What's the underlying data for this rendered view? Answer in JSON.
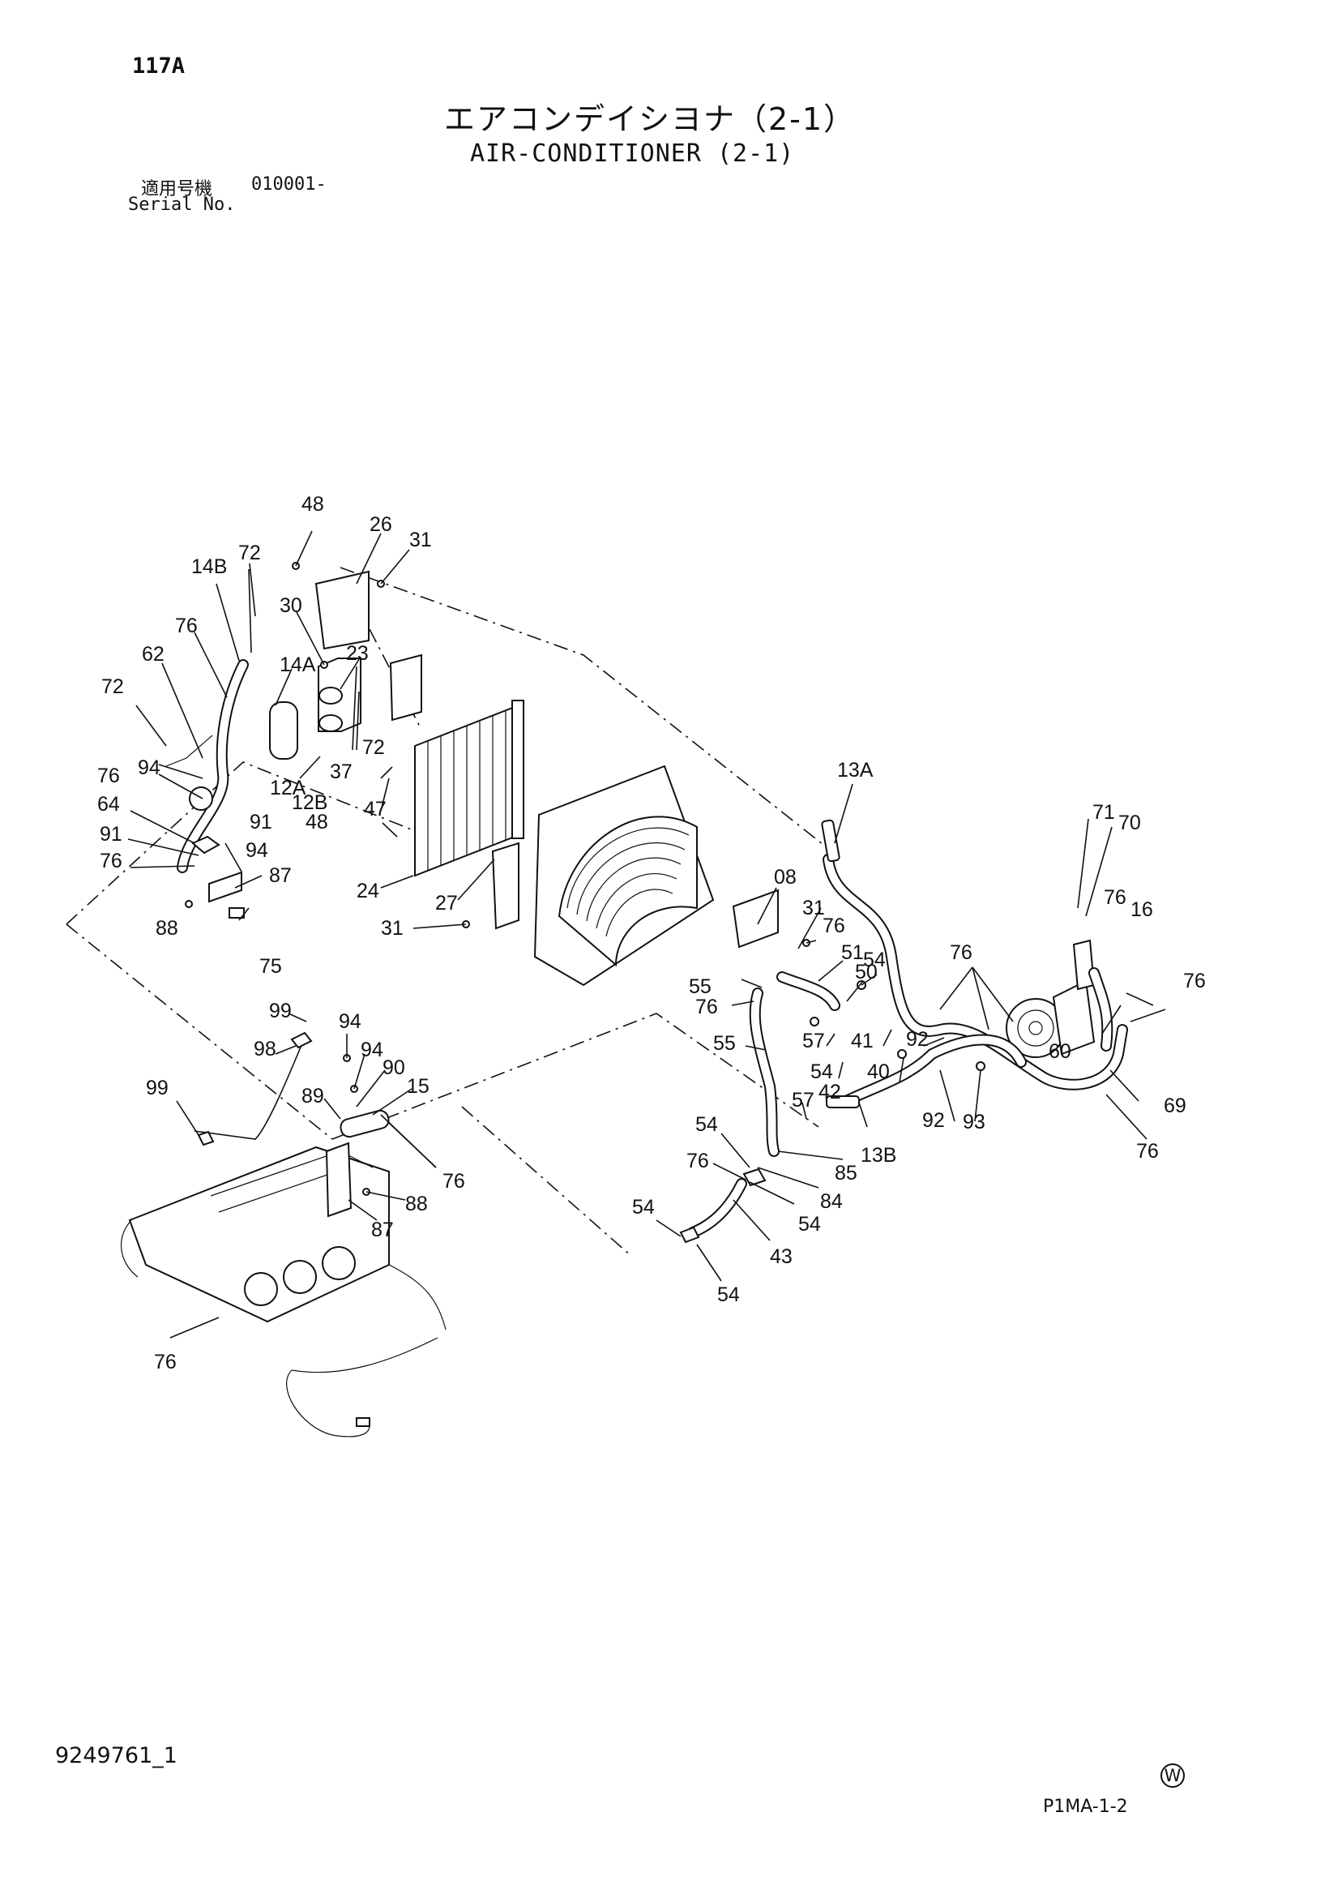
{
  "header": {
    "page_number": "117A",
    "title_jp": "エアコンデイシヨナ（2-1）",
    "title_en": "AIR-CONDITIONER (2-1)",
    "serial_label_jp": "適用号機",
    "serial_value": "010001-",
    "serial_label_en": "Serial No."
  },
  "footer": {
    "doc_number": "9249761_1",
    "mark": "W",
    "sheet_code": "P1MA-1-2"
  },
  "callouts": [
    {
      "id": "c-48-top",
      "text": "48"
    },
    {
      "id": "c-26",
      "text": "26"
    },
    {
      "id": "c-31-top",
      "text": "31"
    },
    {
      "id": "c-14B",
      "text": "14B"
    },
    {
      "id": "c-72-top",
      "text": "72"
    },
    {
      "id": "c-30",
      "text": "30"
    },
    {
      "id": "c-76-a",
      "text": "76"
    },
    {
      "id": "c-14A",
      "text": "14A"
    },
    {
      "id": "c-23",
      "text": "23"
    },
    {
      "id": "c-62",
      "text": "62"
    },
    {
      "id": "c-72-left",
      "text": "72"
    },
    {
      "id": "c-72-mid",
      "text": "72"
    },
    {
      "id": "c-94-a",
      "text": "94"
    },
    {
      "id": "c-37",
      "text": "37"
    },
    {
      "id": "c-76-b",
      "text": "76"
    },
    {
      "id": "c-12A",
      "text": "12A"
    },
    {
      "id": "c-12B",
      "text": "12B"
    },
    {
      "id": "c-91-a",
      "text": "91"
    },
    {
      "id": "c-47",
      "text": "47"
    },
    {
      "id": "c-64",
      "text": "64"
    },
    {
      "id": "c-48-mid",
      "text": "48"
    },
    {
      "id": "c-91-b",
      "text": "91"
    },
    {
      "id": "c-94-b",
      "text": "94"
    },
    {
      "id": "c-76-c",
      "text": "76"
    },
    {
      "id": "c-87-a",
      "text": "87"
    },
    {
      "id": "c-24",
      "text": "24"
    },
    {
      "id": "c-27",
      "text": "27"
    },
    {
      "id": "c-88-a",
      "text": "88"
    },
    {
      "id": "c-75",
      "text": "75"
    },
    {
      "id": "c-31-mid",
      "text": "31"
    },
    {
      "id": "c-13A",
      "text": "13A"
    },
    {
      "id": "c-71",
      "text": "71"
    },
    {
      "id": "c-70",
      "text": "70"
    },
    {
      "id": "c-76-d",
      "text": "76"
    },
    {
      "id": "c-16",
      "text": "16"
    },
    {
      "id": "c-08",
      "text": "08"
    },
    {
      "id": "c-31-right",
      "text": "31"
    },
    {
      "id": "c-76-e",
      "text": "76"
    },
    {
      "id": "c-51",
      "text": "51"
    },
    {
      "id": "c-50",
      "text": "50"
    },
    {
      "id": "c-54-a",
      "text": "54"
    },
    {
      "id": "c-76-f",
      "text": "76"
    },
    {
      "id": "c-76-g",
      "text": "76"
    },
    {
      "id": "c-55-a",
      "text": "55"
    },
    {
      "id": "c-76-h",
      "text": "76"
    },
    {
      "id": "c-41",
      "text": "41"
    },
    {
      "id": "c-92-a",
      "text": "92"
    },
    {
      "id": "c-60",
      "text": "60"
    },
    {
      "id": "c-55-b",
      "text": "55"
    },
    {
      "id": "c-57-a",
      "text": "57"
    },
    {
      "id": "c-54-b",
      "text": "54"
    },
    {
      "id": "c-40",
      "text": "40"
    },
    {
      "id": "c-42",
      "text": "42"
    },
    {
      "id": "c-57-b",
      "text": "57"
    },
    {
      "id": "c-92-b",
      "text": "92"
    },
    {
      "id": "c-93",
      "text": "93"
    },
    {
      "id": "c-69",
      "text": "69"
    },
    {
      "id": "c-13B",
      "text": "13B"
    },
    {
      "id": "c-85",
      "text": "85"
    },
    {
      "id": "c-76-i",
      "text": "76"
    },
    {
      "id": "c-99-a",
      "text": "99"
    },
    {
      "id": "c-94-c",
      "text": "94"
    },
    {
      "id": "c-98",
      "text": "98"
    },
    {
      "id": "c-94-d",
      "text": "94"
    },
    {
      "id": "c-90",
      "text": "90"
    },
    {
      "id": "c-15",
      "text": "15"
    },
    {
      "id": "c-99-b",
      "text": "99"
    },
    {
      "id": "c-89",
      "text": "89"
    },
    {
      "id": "c-76-j",
      "text": "76"
    },
    {
      "id": "c-88-b",
      "text": "88"
    },
    {
      "id": "c-87-b",
      "text": "87"
    },
    {
      "id": "c-54-c",
      "text": "54"
    },
    {
      "id": "c-76-k",
      "text": "76"
    },
    {
      "id": "c-84",
      "text": "84"
    },
    {
      "id": "c-54-d",
      "text": "54"
    },
    {
      "id": "c-54-e",
      "text": "54"
    },
    {
      "id": "c-43",
      "text": "43"
    },
    {
      "id": "c-54-f",
      "text": "54"
    },
    {
      "id": "c-76-l",
      "text": "76"
    }
  ]
}
